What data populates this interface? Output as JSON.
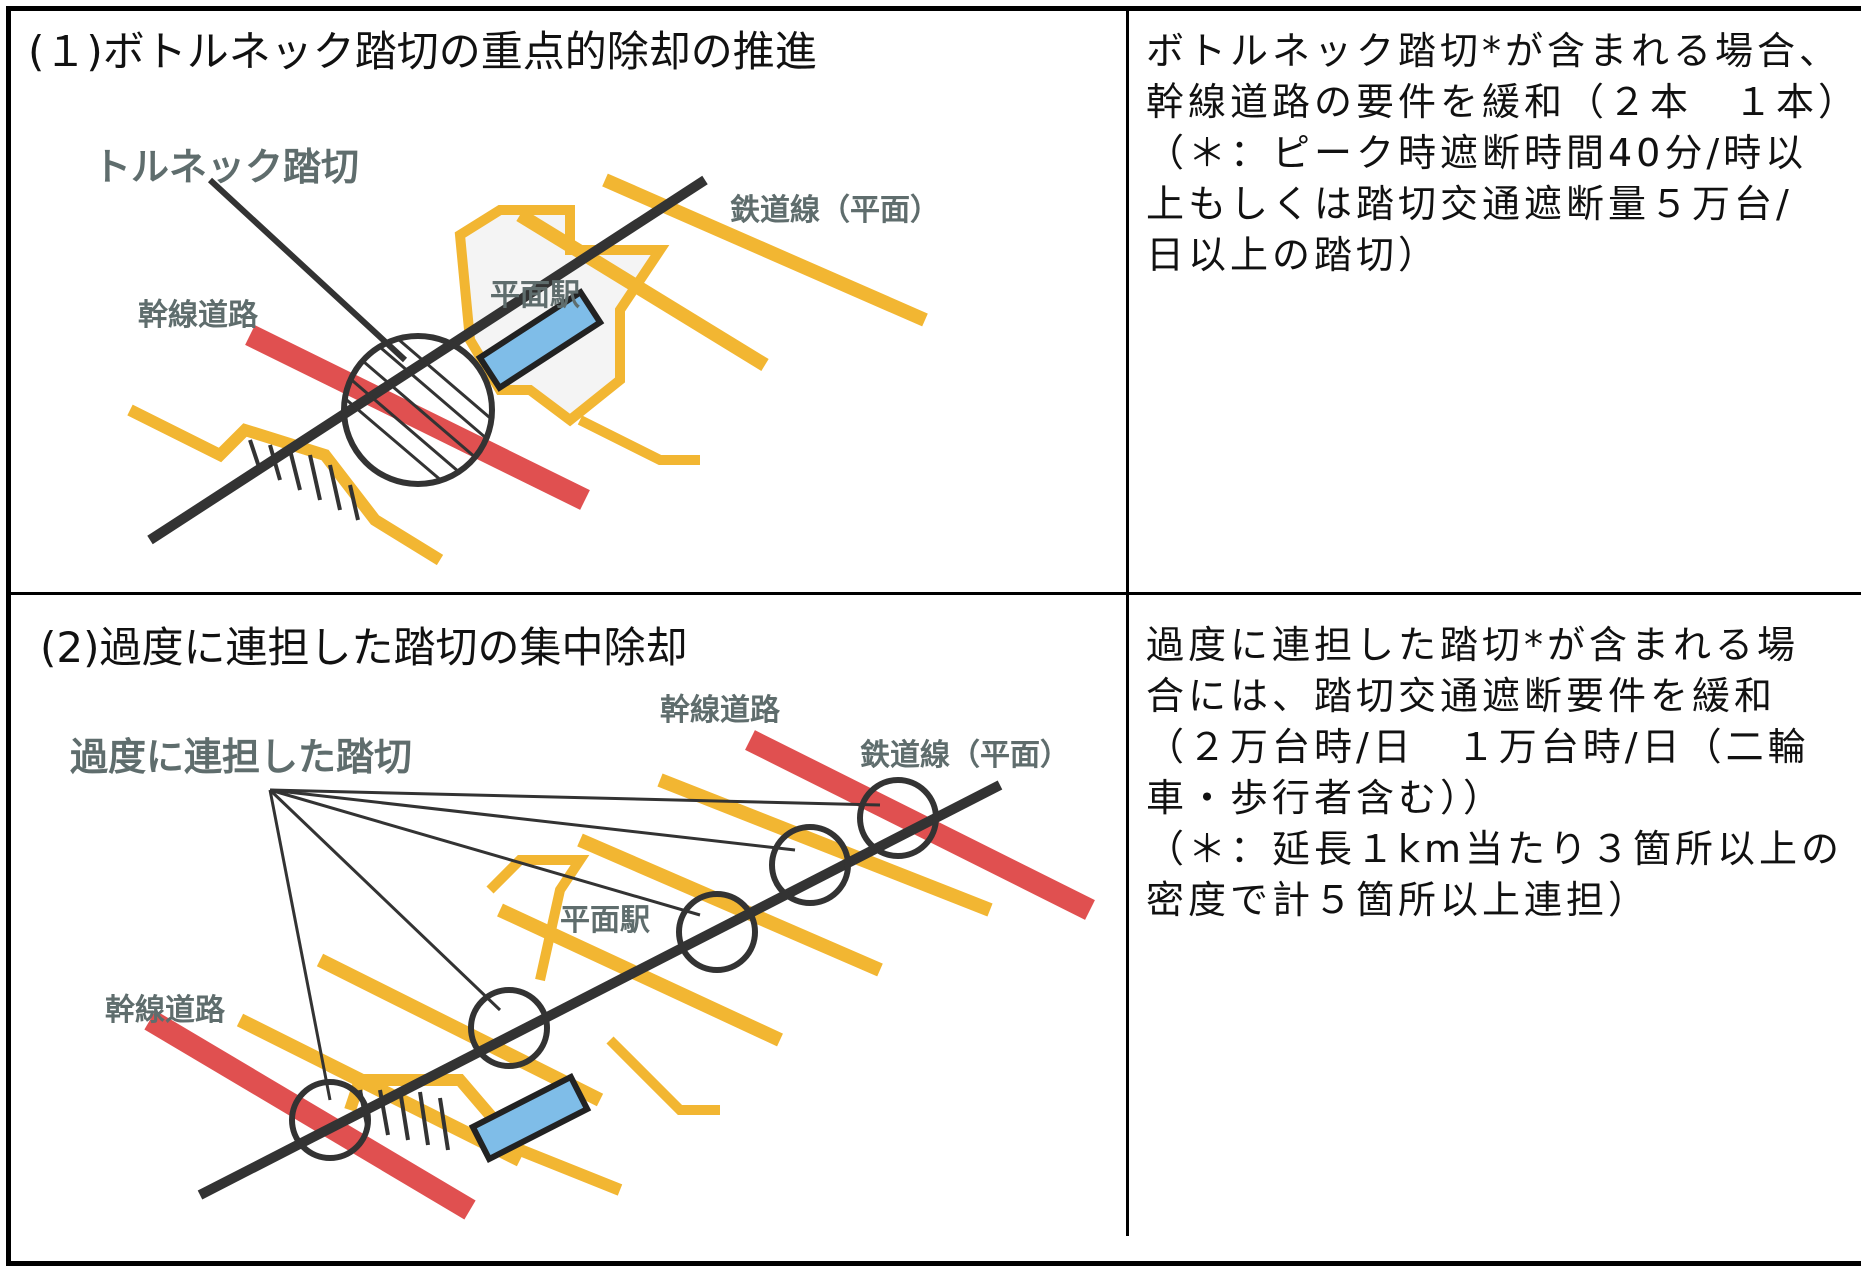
{
  "rows": [
    {
      "title": "(１)ボトルネック踏切の重点的除却の推進",
      "description": "ボトルネック踏切*が含まれる場合、\n幹線道路の要件を緩和（２本　１本）\n（＊：ピーク時遮断時間40分/時以\n上もしくは踏切交通遮断量５万台/\n日以上の踏切）",
      "diagram": {
        "label_crossing": "ボトルネック踏切",
        "label_rail": "鉄道線（平面）",
        "label_station": "平面駅",
        "label_road": "幹線道路"
      }
    },
    {
      "title": "(2)過度に連担した踏切の集中除却",
      "description": "過度に連担した踏切*が含まれる場\n合には、踏切交通遮断要件を緩和\n（２万台時/日　１万台時/日（二輪\n車・歩行者含む））\n（＊：延長１km当たり３箇所以上の\n密度で計５箇所以上連担）",
      "diagram": {
        "label_crossing": "過度に連担した踏切",
        "label_rail": "鉄道線（平面）",
        "label_station": "平面駅",
        "label_road_top": "幹線道路",
        "label_road_bottom": "幹線道路"
      }
    }
  ],
  "colors": {
    "rail": "#333333",
    "road_trunk": "#e05050",
    "road_minor": "#f2b632",
    "station": "#7fbde8",
    "label_gray": "#5f6d6d"
  }
}
